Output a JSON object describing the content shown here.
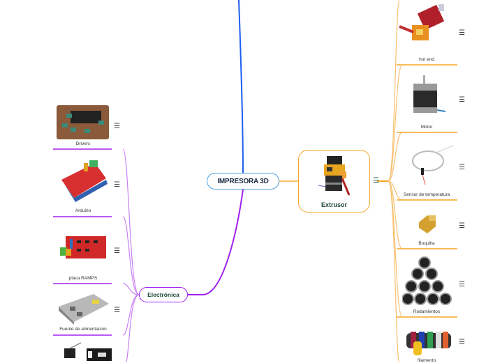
{
  "diagram": {
    "type": "mindmap",
    "root": {
      "label": "IMPRESORA 3D",
      "border_color": "#4a9fe0"
    },
    "branches": [
      {
        "label": "Extrusor",
        "color": "#f5a623",
        "side": "right",
        "has_image": true,
        "children": [
          {
            "label": "hot end"
          },
          {
            "label": "Motor"
          },
          {
            "label": "Sensor de temperatura"
          },
          {
            "label": "Boquilla"
          },
          {
            "label": "Rodamientos"
          },
          {
            "label": "filamento"
          }
        ]
      },
      {
        "label": "Electrónica",
        "color": "#a020f0",
        "side": "left",
        "children": [
          {
            "label": "Drivers"
          },
          {
            "label": "Arduino"
          },
          {
            "label": "placa RAMPS"
          },
          {
            "label": "Fuente de alimentacion"
          },
          {
            "label": ""
          }
        ]
      },
      {
        "label": "",
        "color": "#1e5ef0",
        "side": "top",
        "children": []
      }
    ]
  },
  "icons": {
    "menu": "☰"
  }
}
